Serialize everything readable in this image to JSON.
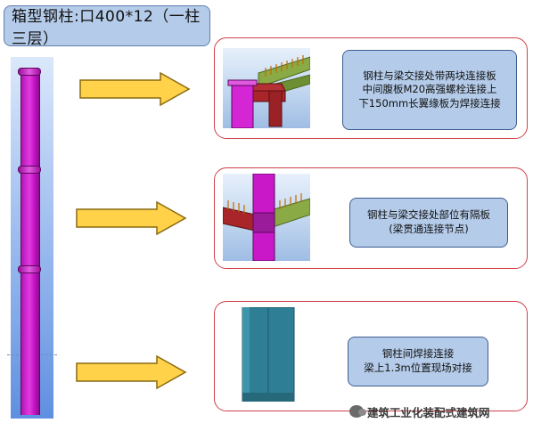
{
  "title": "箱型钢柱:口400*12（一柱三层）",
  "rows": [
    {
      "caption_lines": [
        "钢柱与梁交接处带两块连接板",
        "中间腹板M20高强螺栓连接上",
        "下150mm长翼缘板为焊接连接"
      ]
    },
    {
      "caption_lines": [
        "钢柱与梁交接处部位有隔板",
        "(梁贯通连接节点)"
      ]
    },
    {
      "caption_lines": [
        "钢柱间焊接连接",
        "梁上1.3m位置现场对接"
      ]
    }
  ],
  "watermark": "建筑工业化装配式建筑网",
  "colors": {
    "title_fill": "#b4cbe9",
    "frame_border": "#d0414a",
    "arrow_fill": "#ffd24a",
    "column_magenta": "#d020d0",
    "beam_green": "#7a9a3a",
    "beam_red": "#a8262a",
    "column_teal": "#2e7f95"
  },
  "icons": [
    "right-arrow-icon",
    "wechat-icon"
  ]
}
